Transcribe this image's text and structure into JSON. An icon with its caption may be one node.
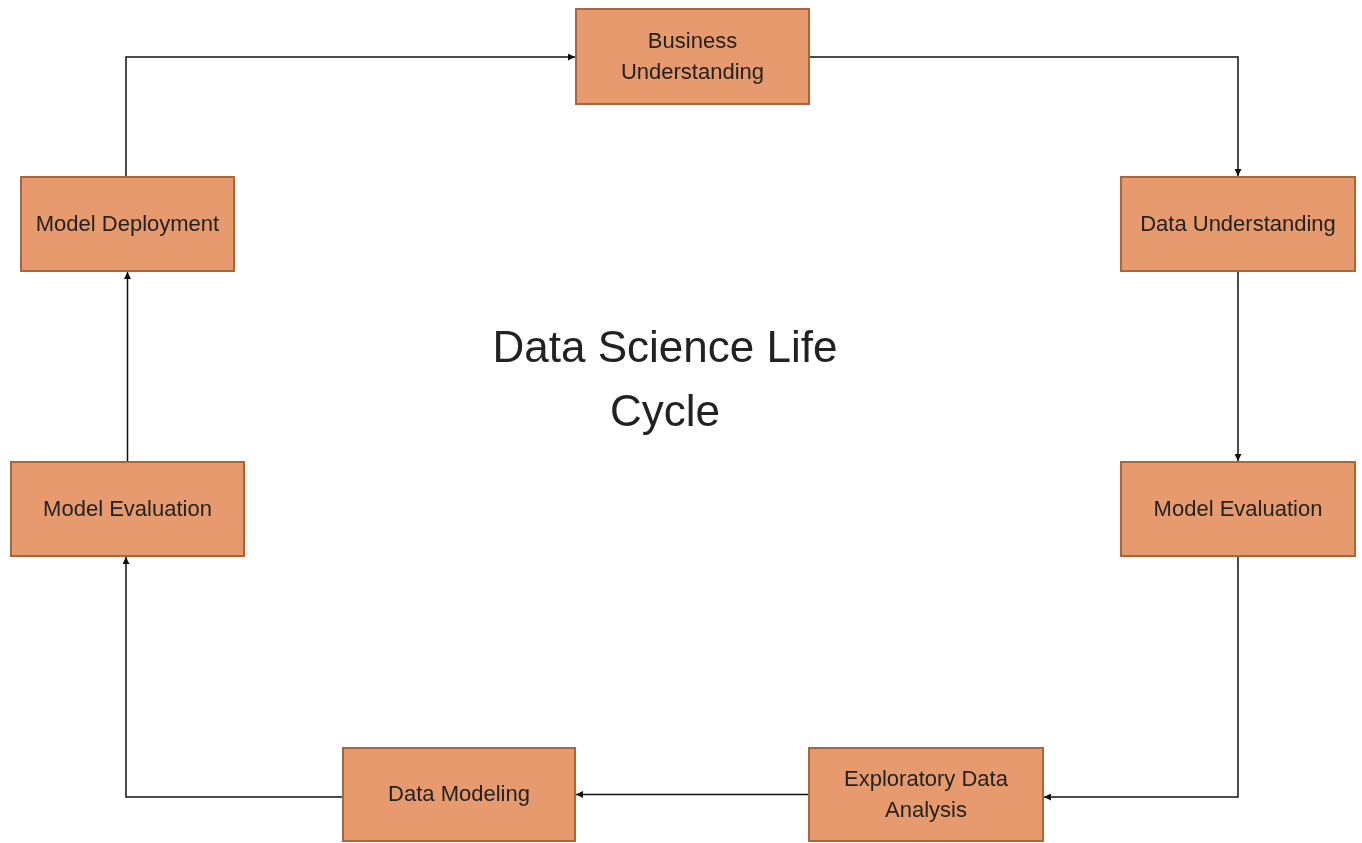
{
  "diagram": {
    "title": "Data Science Life Cycle",
    "nodes": [
      {
        "text": [
          "Business Understanding"
        ]
      },
      {
        "text": [
          "Data Understanding"
        ]
      },
      {
        "text": [
          "Model Evaluation"
        ]
      },
      {
        "text": [
          "Exploratory Data Analysis"
        ]
      },
      {
        "text": [
          "Data Modeling"
        ]
      },
      {
        "text": [
          "Model Evaluation"
        ]
      },
      {
        "text": [
          "Model Deployment"
        ]
      }
    ],
    "edges": [
      {
        "from": 0,
        "to": 1,
        "arrow": "to"
      },
      {
        "from": 1,
        "to": 2,
        "arrow": "to"
      },
      {
        "from": 2,
        "to": 3,
        "arrow": "to"
      },
      {
        "from": 3,
        "to": 4,
        "arrow": "to"
      },
      {
        "from": 4,
        "to": 5,
        "arrow": "to"
      },
      {
        "from": 5,
        "to": 6,
        "arrow": "to"
      },
      {
        "from": 6,
        "to": 0,
        "arrow": "to"
      }
    ]
  }
}
